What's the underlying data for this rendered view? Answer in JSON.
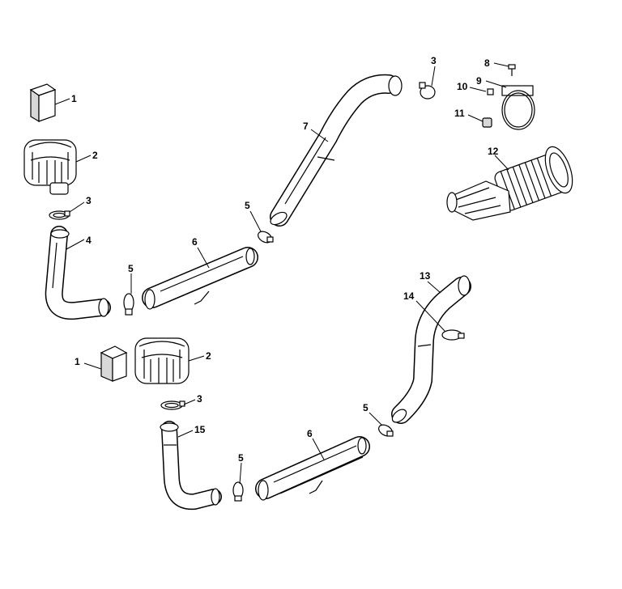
{
  "callouts": {
    "c1a": "1",
    "c1b": "1",
    "c2a": "2",
    "c2b": "2",
    "c3a": "3",
    "c3b": "3",
    "c3c": "3",
    "c4": "4",
    "c5a": "5",
    "c5b": "5",
    "c5c": "5",
    "c5d": "5",
    "c6a": "6",
    "c6b": "6",
    "c7": "7",
    "c8": "8",
    "c9": "9",
    "c10": "10",
    "c11": "11",
    "c12": "12",
    "c13": "13",
    "c14": "14",
    "c15": "15"
  },
  "colors": {
    "line": "#000000",
    "background": "#ffffff",
    "shade": "#d8d8d8"
  }
}
